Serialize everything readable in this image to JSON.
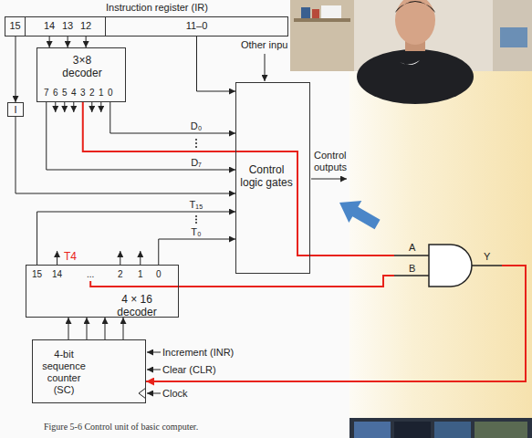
{
  "diagram": {
    "caption": "Figure 5-6 Control unit of basic computer.",
    "nodes": [
      {
        "text": [
          "Instruction register (IR)"
        ]
      },
      {
        "text": [
          "15"
        ],
        "in": 0
      },
      {
        "text": [
          "14",
          "13",
          "12"
        ],
        "in": 0
      },
      {
        "text": [
          "11–0"
        ],
        "in": 0
      },
      {
        "text": [
          "3×8 decoder",
          "7",
          "6",
          "5",
          "4",
          "3",
          "2",
          "1",
          "0"
        ]
      },
      {
        "text": [
          "I"
        ]
      },
      {
        "text": [
          "Control logic gates"
        ]
      },
      {
        "text": [
          "4 × 16 decoder",
          "15",
          "14",
          "...",
          "2",
          "1",
          "0"
        ]
      },
      {
        "text": [
          "4-bit sequence counter (SC)"
        ]
      },
      {
        "text": [
          "A",
          "B",
          "Y"
        ]
      }
    ],
    "edges": [
      {
        "from": 2,
        "to": 4,
        "arrow": "to"
      },
      {
        "from": 1,
        "to": 5,
        "arrow": "to"
      },
      {
        "from": 3,
        "to": 6,
        "arrow": "to"
      },
      {
        "from": 5,
        "to": 6,
        "arrow": "to"
      },
      {
        "from": 4,
        "to": 6,
        "label": "D₀",
        "arrow": "to"
      },
      {
        "from": 4,
        "to": 6,
        "label": "D₇",
        "arrow": "to"
      },
      {
        "from": 7,
        "to": 6,
        "label": "T₁₅",
        "arrow": "to"
      },
      {
        "from": 7,
        "to": 6,
        "label": "T₀",
        "arrow": "to"
      },
      {
        "from": 8,
        "to": 7,
        "arrow": "to"
      },
      {
        "from": 4,
        "to": 9,
        "arrow": "none"
      },
      {
        "from": 7,
        "to": 9,
        "arrow": "none"
      },
      {
        "from": 9,
        "to": 8,
        "arrow": "to"
      }
    ],
    "labels": [
      "Other inpu",
      "Control outputs",
      "Increment (INR)",
      "Clear (CLR)",
      "Clock",
      "T4"
    ]
  }
}
